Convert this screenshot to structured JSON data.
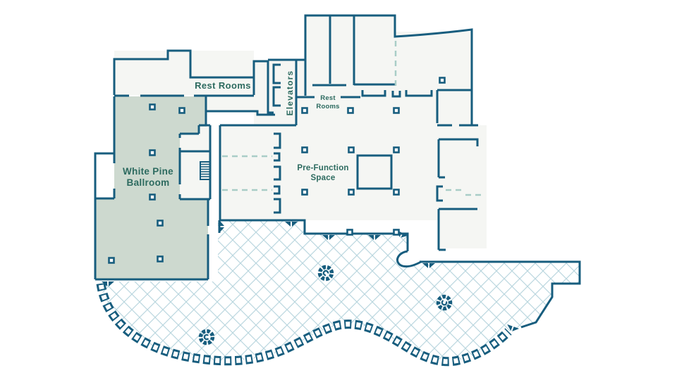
{
  "plan": {
    "labels": {
      "ballroom_line1": "White Pine",
      "ballroom_line2": "Ballroom",
      "rest_rooms_main": "Rest Rooms",
      "rest_rooms_small_line1": "Rest",
      "rest_rooms_small_line2": "Rooms",
      "elevators": "Elevators",
      "pre_function_line1": "Pre-Function",
      "pre_function_line2": "Space"
    },
    "colors": {
      "wall": "#175d7e",
      "ballroom_fill": "#cdd9cf",
      "label_text": "#2c6a5f",
      "interior_fill": "#f5f6f3",
      "hatch_line": "#b9d6de",
      "partition_dash": "#a9cdc7",
      "background": "#ffffff"
    },
    "icons": {
      "column_marker": "small hollow square",
      "rosette_medallion": "segmented circle rosette",
      "stairs": "hatched stair run",
      "baluster_rail": "chain of hollow boxes along terrace curve",
      "threshold_notch": "paired triangles at wall opening"
    }
  }
}
